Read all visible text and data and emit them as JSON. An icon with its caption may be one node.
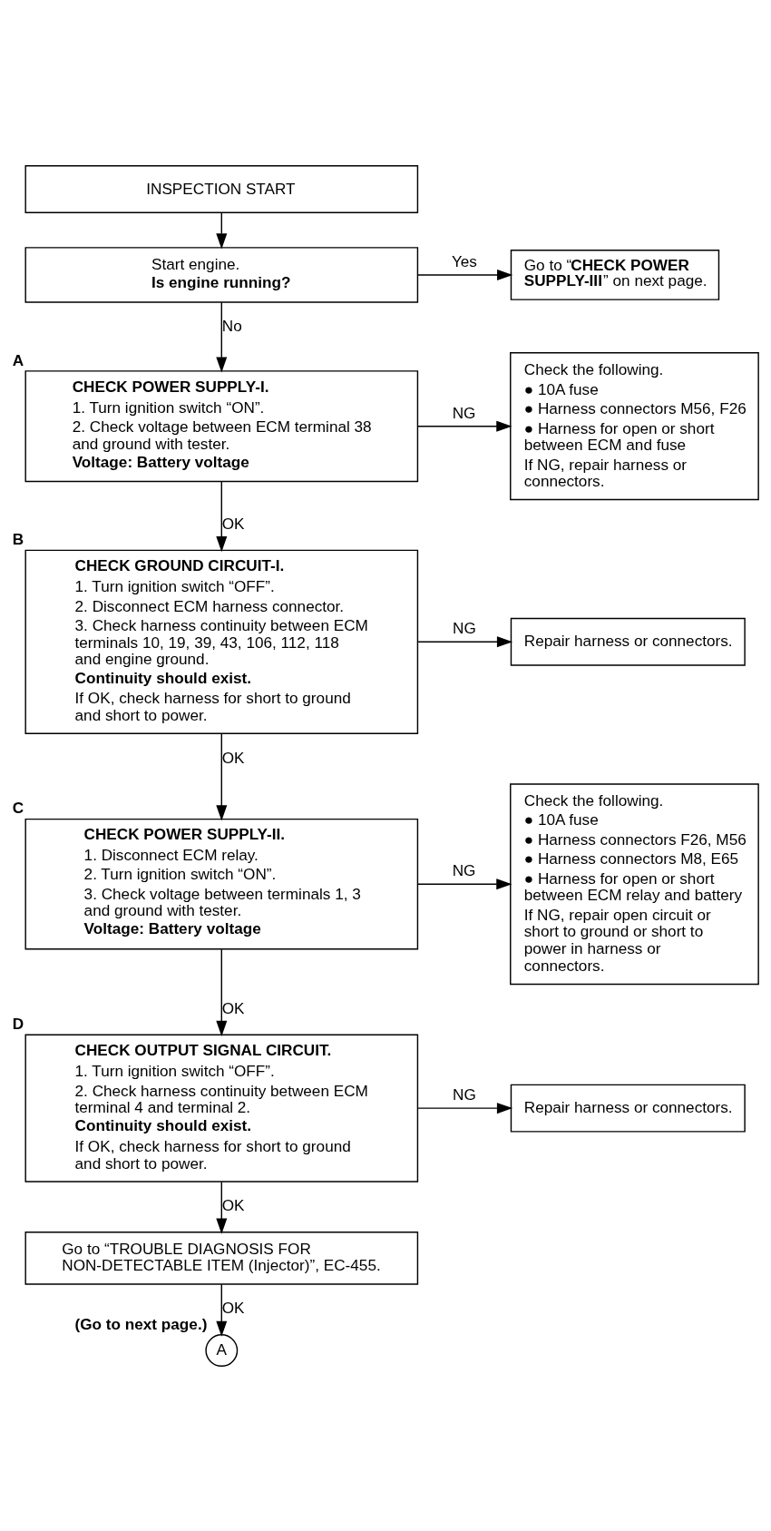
{
  "diagram": {
    "nodes": [
      {
        "text": [
          "INSPECTION START"
        ]
      },
      {
        "text": [
          "Start engine.",
          "**Is engine running?**"
        ]
      },
      {
        "text": [
          "Go to “**CHECK POWER SUPPLY-III**” on next page."
        ]
      },
      {
        "text": [
          "**CHECK POWER SUPPLY-I.**",
          "1. Turn ignition switch “ON”.",
          "2. Check voltage between ECM terminal 38 and ground with tester.",
          "**Voltage: Battery voltage**"
        ],
        "beside": [
          "A"
        ]
      },
      {
        "text": [
          "Check the following.",
          "● 10A fuse",
          "● Harness connectors M56, F26",
          "● Harness for open or short between ECM and fuse",
          "If NG, repair harness or connectors."
        ]
      },
      {
        "text": [
          "**CHECK GROUND CIRCUIT-I.**",
          "1. Turn ignition switch “OFF”.",
          "2. Disconnect ECM harness connector.",
          "3. Check harness continuity between ECM terminals 10, 19, 39, 43, 106, 112, 118 and engine ground.",
          "**Continuity should exist.**",
          "If OK, check harness for short to ground and short to power."
        ],
        "beside": [
          "B"
        ]
      },
      {
        "text": [
          "Repair harness or connectors."
        ]
      },
      {
        "text": [
          "**CHECK POWER SUPPLY-II.**",
          "1. Disconnect ECM relay.",
          "2. Turn ignition switch “ON”.",
          "3. Check voltage between terminals 1, 3 and ground with tester.",
          "**Voltage: Battery voltage**"
        ],
        "beside": [
          "C"
        ]
      },
      {
        "text": [
          "Check the following.",
          "● 10A fuse",
          "● Harness connectors F26, M56",
          "● Harness connectors M8, E65",
          "● Harness for open or short between ECM relay and battery",
          "If NG, repair open circuit or short to ground or short to power in harness or connectors."
        ]
      },
      {
        "text": [
          "**CHECK OUTPUT SIGNAL CIRCUIT.**",
          "1. Turn ignition switch “OFF”.",
          "2. Check harness continuity between ECM terminal 4 and terminal 2.",
          "**Continuity should exist.**",
          "If OK, check harness for short to ground and short to power."
        ],
        "beside": [
          "D"
        ]
      },
      {
        "text": [
          "Repair harness or connectors."
        ]
      },
      {
        "text": [
          "Go to “TROUBLE DIAGNOSIS FOR NON-DETECTABLE ITEM (Injector)”, EC-455."
        ]
      },
      {
        "text": [
          "A"
        ],
        "beside": [
          "(Go to next page.)"
        ]
      }
    ],
    "edges": [
      {
        "from": 0,
        "to": 1,
        "arrow": "to"
      },
      {
        "from": 1,
        "to": 2,
        "arrow": "to",
        "label": "Yes"
      },
      {
        "from": 1,
        "to": 3,
        "arrow": "to",
        "label": "No"
      },
      {
        "from": 3,
        "to": 4,
        "arrow": "to",
        "label": "NG"
      },
      {
        "from": 3,
        "to": 5,
        "arrow": "to",
        "label": "OK"
      },
      {
        "from": 5,
        "to": 6,
        "arrow": "to",
        "label": "NG"
      },
      {
        "from": 5,
        "to": 7,
        "arrow": "to",
        "label": "OK"
      },
      {
        "from": 7,
        "to": 8,
        "arrow": "to",
        "label": "NG"
      },
      {
        "from": 7,
        "to": 9,
        "arrow": "to",
        "label": "OK"
      },
      {
        "from": 9,
        "to": 10,
        "arrow": "to",
        "label": "NG"
      },
      {
        "from": 9,
        "to": 11,
        "arrow": "to",
        "label": "OK"
      },
      {
        "from": 11,
        "to": 12,
        "arrow": "to",
        "label": "OK"
      }
    ]
  }
}
